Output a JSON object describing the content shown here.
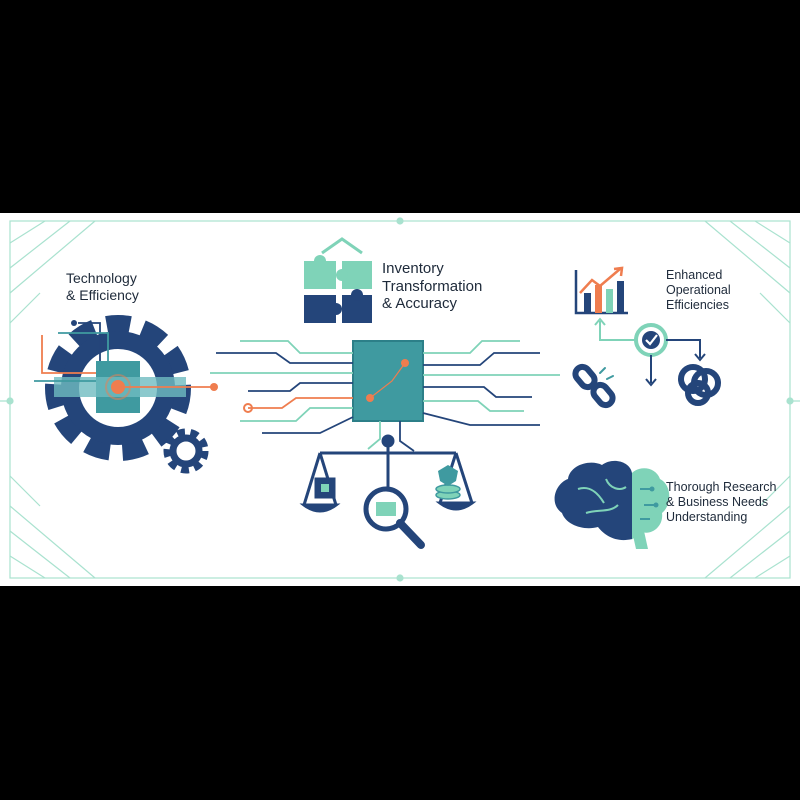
{
  "labels": {
    "technology": [
      "Technology",
      "& Efficiency"
    ],
    "inventory": [
      "Inventory",
      "Transformation",
      "& Accuracy"
    ],
    "operations": [
      "Enhanced",
      "Operational",
      "Efficiencies"
    ],
    "research": [
      "Thorough Research",
      "& Business Needs",
      "Understanding"
    ]
  },
  "colors": {
    "navy": "#24457a",
    "mint": "#7fd3b8",
    "teal": "#3f9aa0",
    "orange": "#ef7d4f",
    "frame": "#a9e2cf"
  },
  "icons": [
    "gear-icon",
    "small-gear-icon",
    "circuit-chip-icon",
    "puzzle-icon",
    "balance-scale-icon",
    "magnifier-icon",
    "bar-chart-icon",
    "check-circle-icon",
    "broken-link-icon",
    "knot-icon",
    "brain-icon"
  ]
}
